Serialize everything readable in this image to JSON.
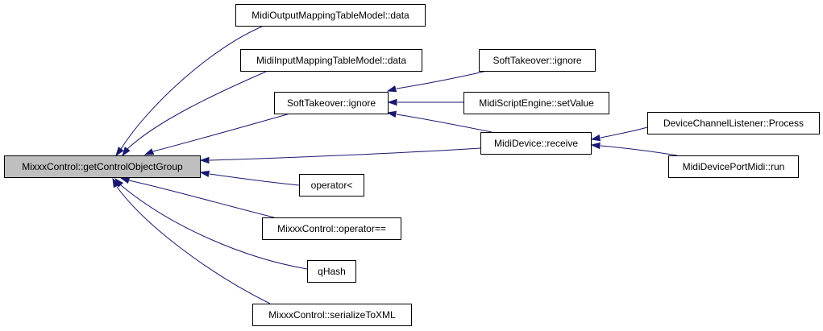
{
  "graph": {
    "nodes": [
      {
        "id": "root",
        "label": "MixxxControl::getControlObjectGroup",
        "highlighted": true
      },
      {
        "id": "outmap",
        "label": "MidiOutputMappingTableModel::data"
      },
      {
        "id": "inmap",
        "label": "MidiInputMappingTableModel::data"
      },
      {
        "id": "st1",
        "label": "SoftTakeover::ignore"
      },
      {
        "id": "st2",
        "label": "SoftTakeover::ignore"
      },
      {
        "id": "setval",
        "label": "MidiScriptEngine::setValue"
      },
      {
        "id": "receive",
        "label": "MidiDevice::receive"
      },
      {
        "id": "process",
        "label": "DeviceChannelListener::Process"
      },
      {
        "id": "run",
        "label": "MidiDevicePortMidi::run"
      },
      {
        "id": "oplt",
        "label": "operator<"
      },
      {
        "id": "opeq",
        "label": "MixxxControl::operator=="
      },
      {
        "id": "qhash",
        "label": "qHash"
      },
      {
        "id": "serialize",
        "label": "MixxxControl::serializeToXML"
      }
    ],
    "edges": [
      {
        "from": "outmap",
        "to": "root"
      },
      {
        "from": "inmap",
        "to": "root"
      },
      {
        "from": "st1",
        "to": "root"
      },
      {
        "from": "receive",
        "to": "root"
      },
      {
        "from": "oplt",
        "to": "root"
      },
      {
        "from": "opeq",
        "to": "root"
      },
      {
        "from": "qhash",
        "to": "root"
      },
      {
        "from": "serialize",
        "to": "root"
      },
      {
        "from": "st2",
        "to": "st1"
      },
      {
        "from": "setval",
        "to": "st1"
      },
      {
        "from": "receive",
        "to": "st1"
      },
      {
        "from": "process",
        "to": "receive"
      },
      {
        "from": "run",
        "to": "receive"
      }
    ],
    "colors": {
      "edge": "#191970",
      "highlight_fill": "#bfbfbf",
      "node_fill": "#ffffff",
      "node_border": "#000000"
    }
  }
}
